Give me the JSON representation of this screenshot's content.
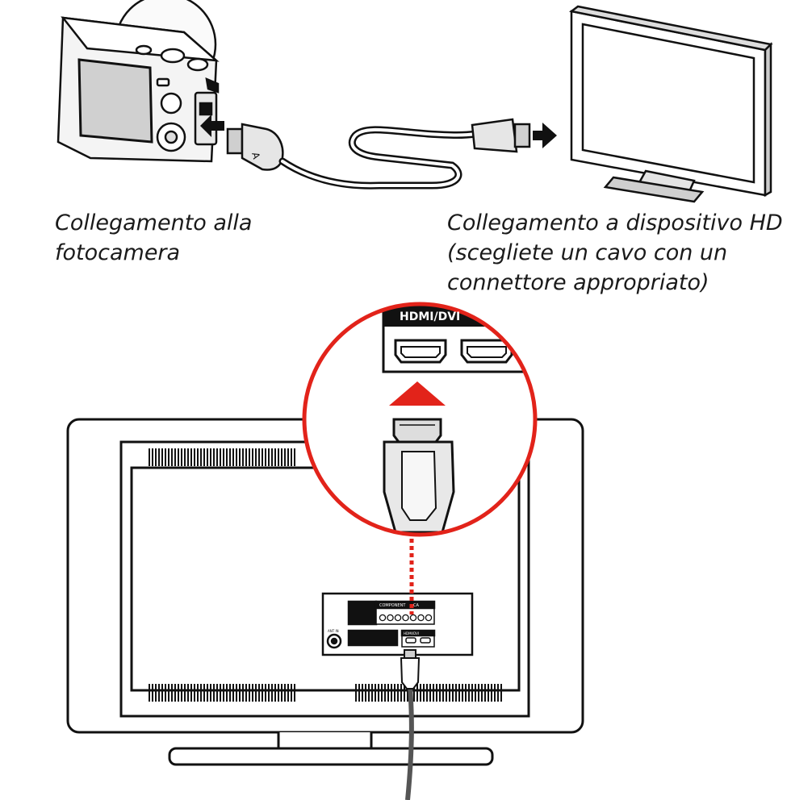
{
  "captions": {
    "camera_line1": "Collegamento alla",
    "camera_line2": "fotocamera",
    "hd_line1": "Collegamento a dispositivo HD",
    "hd_line2": "(scegliete un cavo con un",
    "hd_line3": "connettore appropriato)"
  },
  "tv_panel": {
    "port_label": "HDMI/DVI",
    "component_label": "COMPONENT",
    "av_label": "CA",
    "small_hdmi_label": "HDMI/DVI",
    "ant_label": "ANT IN"
  },
  "colors": {
    "accent_red": "#e2231a",
    "line": "#111111",
    "connector_gray": "#cfcfcf"
  },
  "icons": [
    "camera-icon",
    "monitor-icon",
    "tv-back-icon",
    "hdmi-plug-icon",
    "arrow-right-icon",
    "arrow-up-icon"
  ]
}
